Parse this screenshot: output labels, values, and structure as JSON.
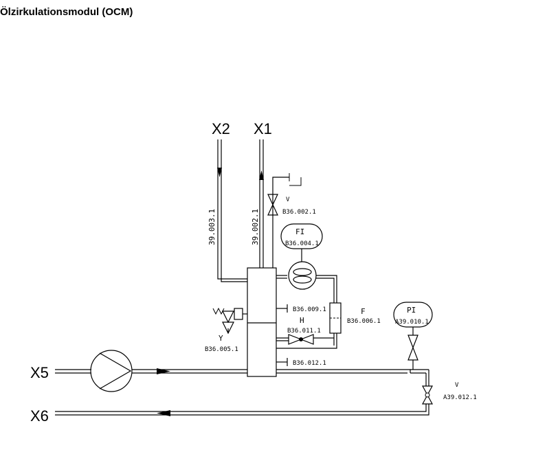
{
  "title": "Ölzirkulationsmodul (OCM)",
  "connections": {
    "x1": "X1",
    "x2": "X2",
    "x5": "X5",
    "x6": "X6"
  },
  "pipes": {
    "p39003": "39.003.1",
    "p39002": "39.002.1"
  },
  "valve_v_top": {
    "letter": "V",
    "tag": "B36.002.1"
  },
  "flow_indicator": {
    "letter": "FI",
    "tag": "B36.004.1"
  },
  "tap_b36009": "B36.009.1",
  "tap_b36012": "B36.012.1",
  "hand_valve": {
    "letter": "H",
    "tag": "B36.011.1"
  },
  "filter": {
    "letter": "F",
    "tag": "B36.006.1"
  },
  "relief_valve": {
    "letter": "Y",
    "tag": "B36.005.1"
  },
  "pressure_indicator": {
    "letter": "PI",
    "tag": "A39.010.1"
  },
  "valve_v_bottom": {
    "letter": "V",
    "tag": "A39.012.1"
  }
}
